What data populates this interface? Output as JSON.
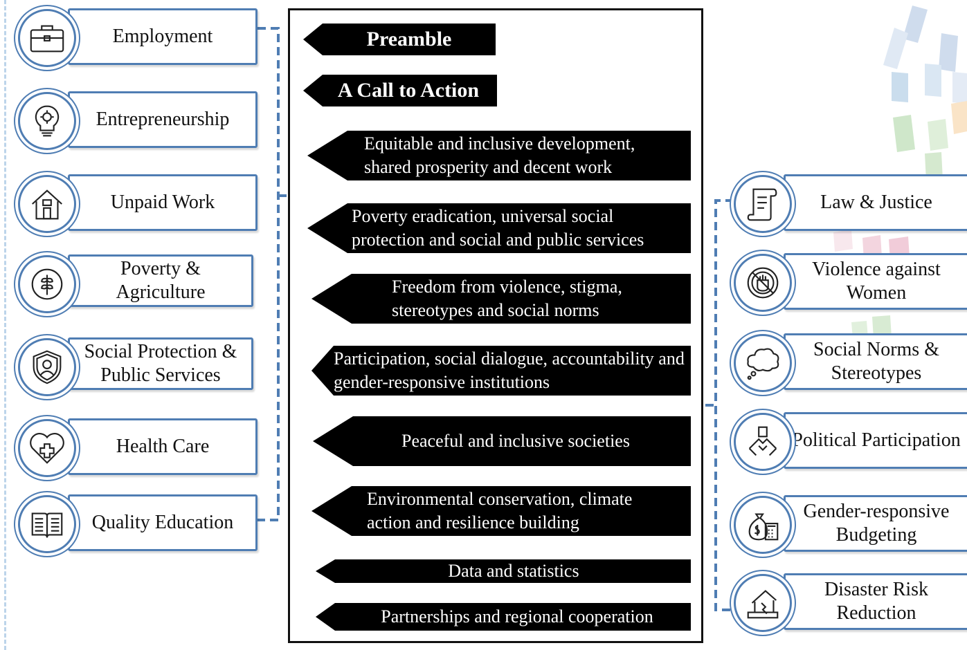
{
  "left_topics": [
    {
      "label": "Employment",
      "icon": "briefcase-icon"
    },
    {
      "label": "Entrepreneurship",
      "icon": "lightbulb-gear-icon"
    },
    {
      "label": "Unpaid Work",
      "icon": "house-icon"
    },
    {
      "label": "Poverty & Agriculture",
      "icon": "wheat-icon"
    },
    {
      "label": "Social Protection & Public Services",
      "icon": "shield-person-icon"
    },
    {
      "label": "Health Care",
      "icon": "heart-plus-icon"
    },
    {
      "label": "Quality Education",
      "icon": "book-icon"
    }
  ],
  "right_topics": [
    {
      "label": "Law & Justice",
      "icon": "scroll-icon"
    },
    {
      "label": "Violence against Women",
      "icon": "no-fist-icon"
    },
    {
      "label": "Social Norms & Stereotypes",
      "icon": "thought-cloud-icon"
    },
    {
      "label": "Political Participation",
      "icon": "ballot-hands-icon"
    },
    {
      "label": "Gender-responsive Budgeting",
      "icon": "money-bag-calculator-icon"
    },
    {
      "label": "Disaster Risk Reduction",
      "icon": "collapsed-house-icon"
    }
  ],
  "sections": [
    {
      "label": "Preamble"
    },
    {
      "label": "A Call to Action"
    },
    {
      "label": "Equitable and inclusive development, shared prosperity and decent work"
    },
    {
      "label": "Poverty eradication, universal social protection and social and public services"
    },
    {
      "label": "Freedom from violence, stigma, stereotypes and social norms"
    },
    {
      "label": "Participation, social dialogue, accountability and gender-responsive institutions"
    },
    {
      "label": "Peaceful and inclusive societies"
    },
    {
      "label": "Environmental conservation, climate action and resilience building"
    },
    {
      "label": "Data and statistics"
    },
    {
      "label": "Partnerships and regional cooperation"
    }
  ],
  "colors": {
    "accent": "#4f7db3",
    "box": "#000000",
    "connector": "#4f7db3"
  }
}
